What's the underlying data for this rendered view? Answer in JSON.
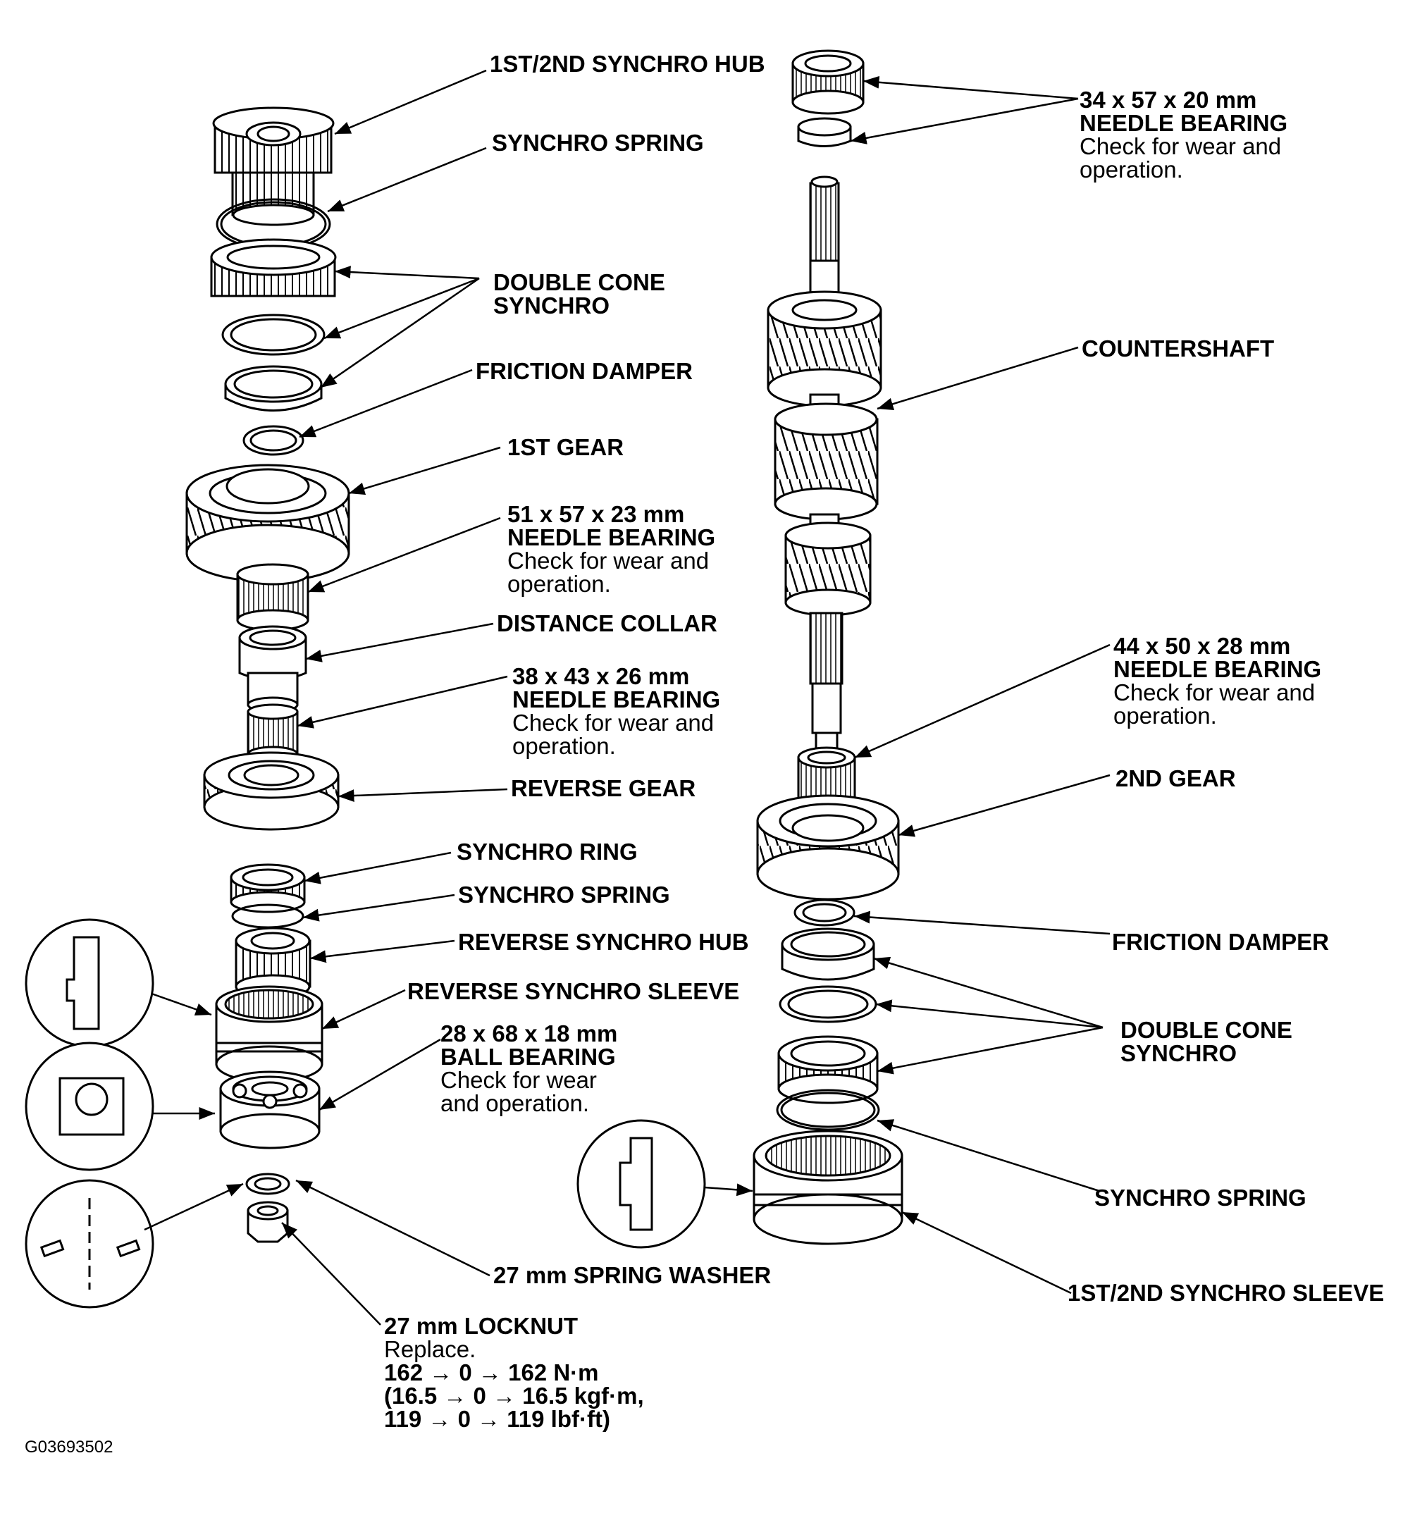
{
  "labels": {
    "synchro_hub_12": "1ST/2ND SYNCHRO HUB",
    "synchro_spring_top": "SYNCHRO SPRING",
    "double_cone_left_1": "DOUBLE CONE",
    "double_cone_left_2": "SYNCHRO",
    "friction_damper_left": "FRICTION DAMPER",
    "first_gear": "1ST GEAR",
    "nb51_size": "51 x 57 x 23 mm",
    "nb51_name": "NEEDLE BEARING",
    "nb51_note1": "Check for wear and",
    "nb51_note2": "operation.",
    "distance_collar": "DISTANCE COLLAR",
    "nb38_size": "38 x 43 x 26 mm",
    "nb38_name": "NEEDLE BEARING",
    "nb38_note1": "Check for wear and",
    "nb38_note2": "operation.",
    "reverse_gear": "REVERSE GEAR",
    "synchro_ring": "SYNCHRO RING",
    "synchro_spring_mid": "SYNCHRO SPRING",
    "reverse_synchro_hub": "REVERSE SYNCHRO HUB",
    "reverse_synchro_sleeve": "REVERSE SYNCHRO SLEEVE",
    "bb28_size": "28 x 68 x 18 mm",
    "bb28_name": "BALL BEARING",
    "bb28_note1": "Check for wear",
    "bb28_note2": "and operation.",
    "spring_washer": "27 mm SPRING WASHER",
    "locknut_name": "27 mm LOCKNUT",
    "locknut_note": "Replace.",
    "locknut_t1": "162 → 0 → 162 N·m",
    "locknut_t2": "(16.5 → 0 → 16.5 kgf·m,",
    "locknut_t3": "119 → 0 → 119 lbf·ft)",
    "nb34_size": "34 x 57 x 20 mm",
    "nb34_name": "NEEDLE BEARING",
    "nb34_note1": "Check for wear and",
    "nb34_note2": "operation.",
    "countershaft": "COUNTERSHAFT",
    "nb44_size": "44 x 50 x 28 mm",
    "nb44_name": "NEEDLE BEARING",
    "nb44_note1": "Check for wear and",
    "nb44_note2": "operation.",
    "second_gear": "2ND GEAR",
    "friction_damper_right": "FRICTION DAMPER",
    "double_cone_right_1": "DOUBLE CONE",
    "double_cone_right_2": "SYNCHRO",
    "synchro_spring_right": "SYNCHRO SPRING",
    "synchro_sleeve_12": "1ST/2ND SYNCHRO SLEEVE"
  },
  "figure_code": "G03693502",
  "colors": {
    "ink": "#000000",
    "paper": "#ffffff",
    "shade": "#e6e6e6"
  }
}
